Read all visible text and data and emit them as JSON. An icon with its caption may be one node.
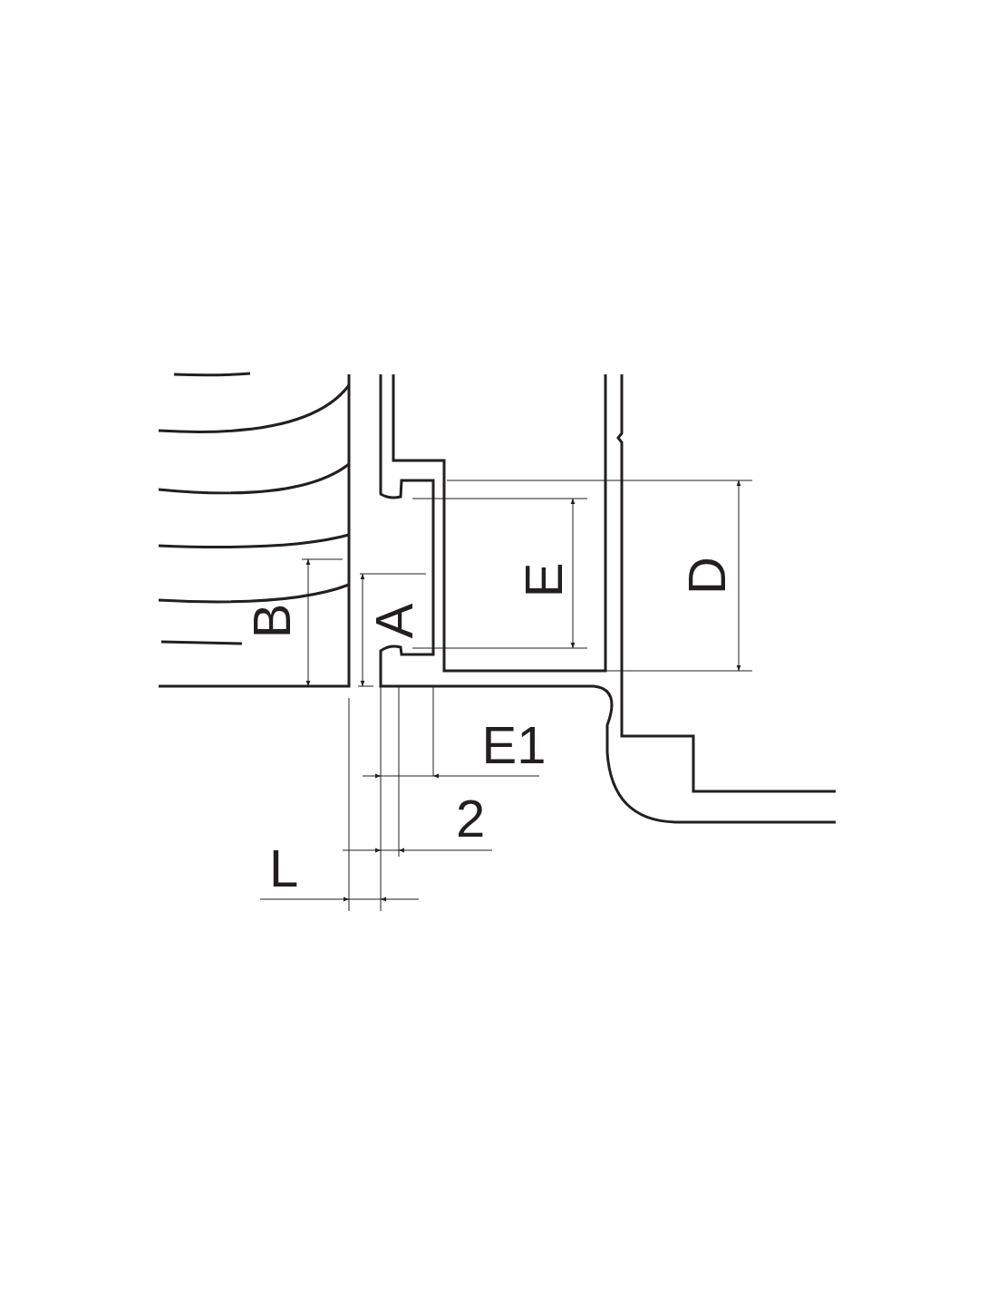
{
  "diagram": {
    "labels": [
      "E",
      "D",
      "B",
      "A",
      "E1",
      "2",
      "L"
    ]
  }
}
